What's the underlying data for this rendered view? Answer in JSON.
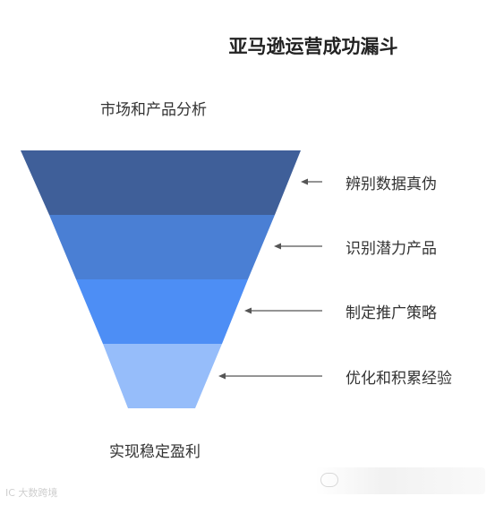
{
  "title": "亚马逊运营成功漏斗",
  "top_label": "市场和产品分析",
  "bottom_label": "实现稳定盈利",
  "stages": [
    {
      "label": "辨别数据真伪",
      "color": "#3f5f99"
    },
    {
      "label": "识别潜力产品",
      "color": "#4a7fd4"
    },
    {
      "label": "制定推广策略",
      "color": "#4d8ef5"
    },
    {
      "label": "优化和积累经验",
      "color": "#96bdfa"
    }
  ],
  "watermark": "IC 大数跨境",
  "colors": {
    "arrow": "#555555",
    "text": "#333333"
  }
}
